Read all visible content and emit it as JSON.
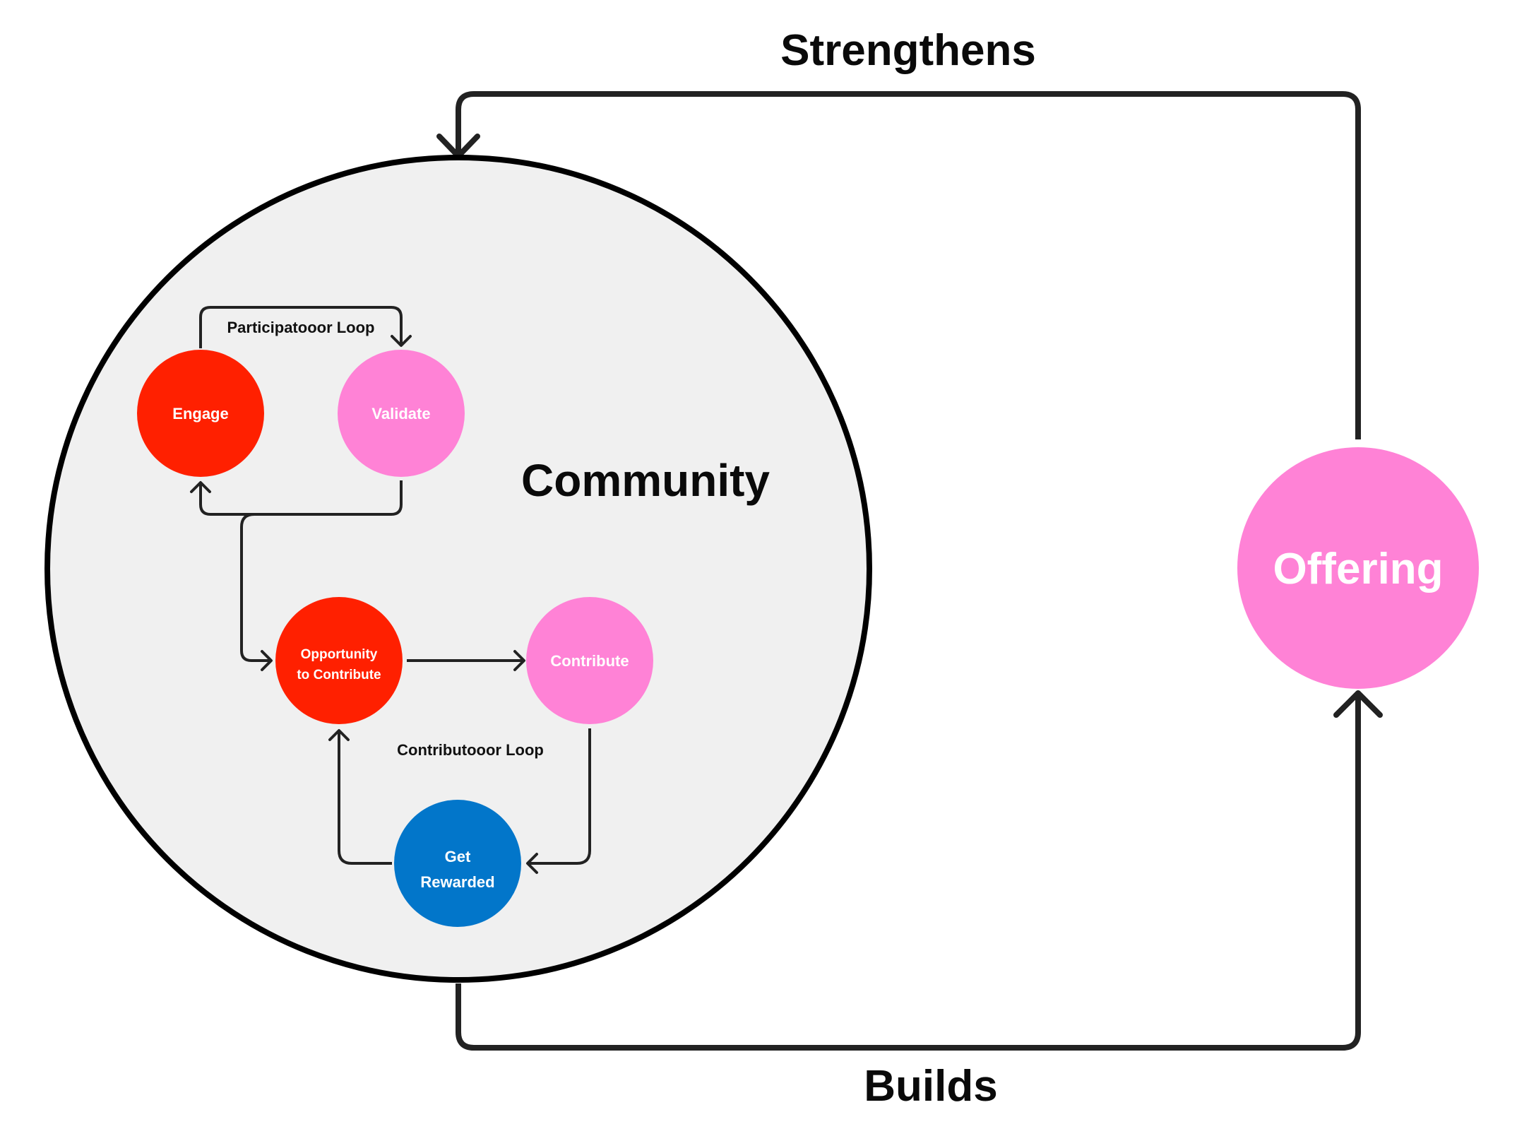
{
  "diagram": {
    "outer_labels": {
      "strengthens": "Strengthens",
      "builds": "Builds"
    },
    "community": {
      "label": "Community",
      "fill": "#F0F0F0",
      "stroke": "#000000"
    },
    "offering": {
      "label": "Offering",
      "fill": "#FF82D6"
    },
    "loops": {
      "participatooor": "Participatooor Loop",
      "contributooor": "Contributooor Loop"
    },
    "nodes": {
      "engage": {
        "label": "Engage",
        "fill": "#FF2000"
      },
      "validate": {
        "label": "Validate",
        "fill": "#FF82D6"
      },
      "opportunity": {
        "line1": "Opportunity",
        "line2": "to Contribute",
        "fill": "#FF2000"
      },
      "contribute": {
        "label": "Contribute",
        "fill": "#FF82D6"
      },
      "get_rewarded": {
        "line1": "Get",
        "line2": "Rewarded",
        "fill": "#0276CA"
      }
    },
    "edges": [
      {
        "from": "Community",
        "to": "Offering",
        "label": "Builds"
      },
      {
        "from": "Offering",
        "to": "Community",
        "label": "Strengthens"
      },
      {
        "from": "Engage",
        "to": "Validate",
        "label": "Participatooor Loop"
      },
      {
        "from": "Validate",
        "to": "Engage"
      },
      {
        "from": "Validate",
        "to": "Opportunity to Contribute"
      },
      {
        "from": "Opportunity to Contribute",
        "to": "Contribute"
      },
      {
        "from": "Contribute",
        "to": "Get Rewarded"
      },
      {
        "from": "Get Rewarded",
        "to": "Opportunity to Contribute"
      }
    ],
    "colors": {
      "line": "#222222",
      "red": "#FF2000",
      "pink": "#FF82D6",
      "blue": "#0276CA"
    }
  }
}
